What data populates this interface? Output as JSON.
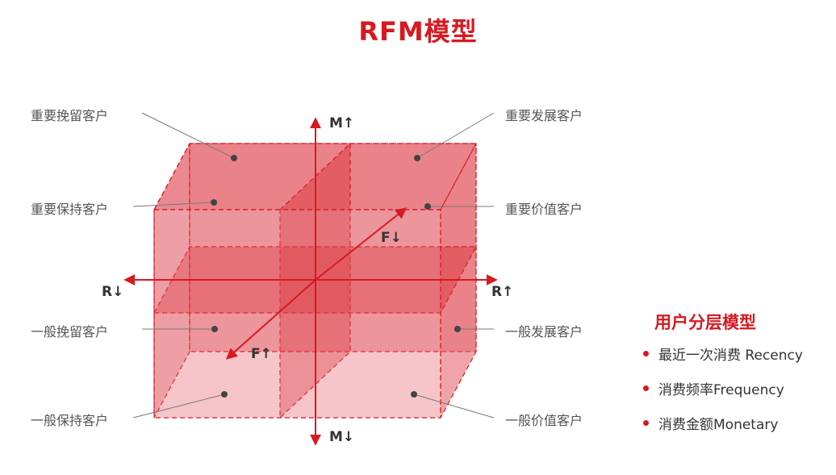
{
  "title": "RFM模型",
  "segments": {
    "top_left_back": "重要挽留客户",
    "top_right_back": "重要发展客户",
    "top_left_front": "重要保持客户",
    "top_right_front": "重要价值客户",
    "bottom_left_back": "一般挽留客户",
    "bottom_right_back": "一般发展客户",
    "bottom_left_front": "一般保持客户",
    "bottom_right_front": "一般价值客户"
  },
  "axes": {
    "m_up": "M↑",
    "m_down": "M↓",
    "r_left": "R↓",
    "r_right": "R↑",
    "f_back": "F↓",
    "f_front": "F↑"
  },
  "legend": {
    "title": "用户分层模型",
    "items": [
      "最近一次消费 Recency",
      "消费频率Frequency",
      "消费金额Monetary"
    ]
  },
  "colors": {
    "accent": "#d71920",
    "cube_fill": "#e35a63",
    "label_text": "#555555"
  }
}
